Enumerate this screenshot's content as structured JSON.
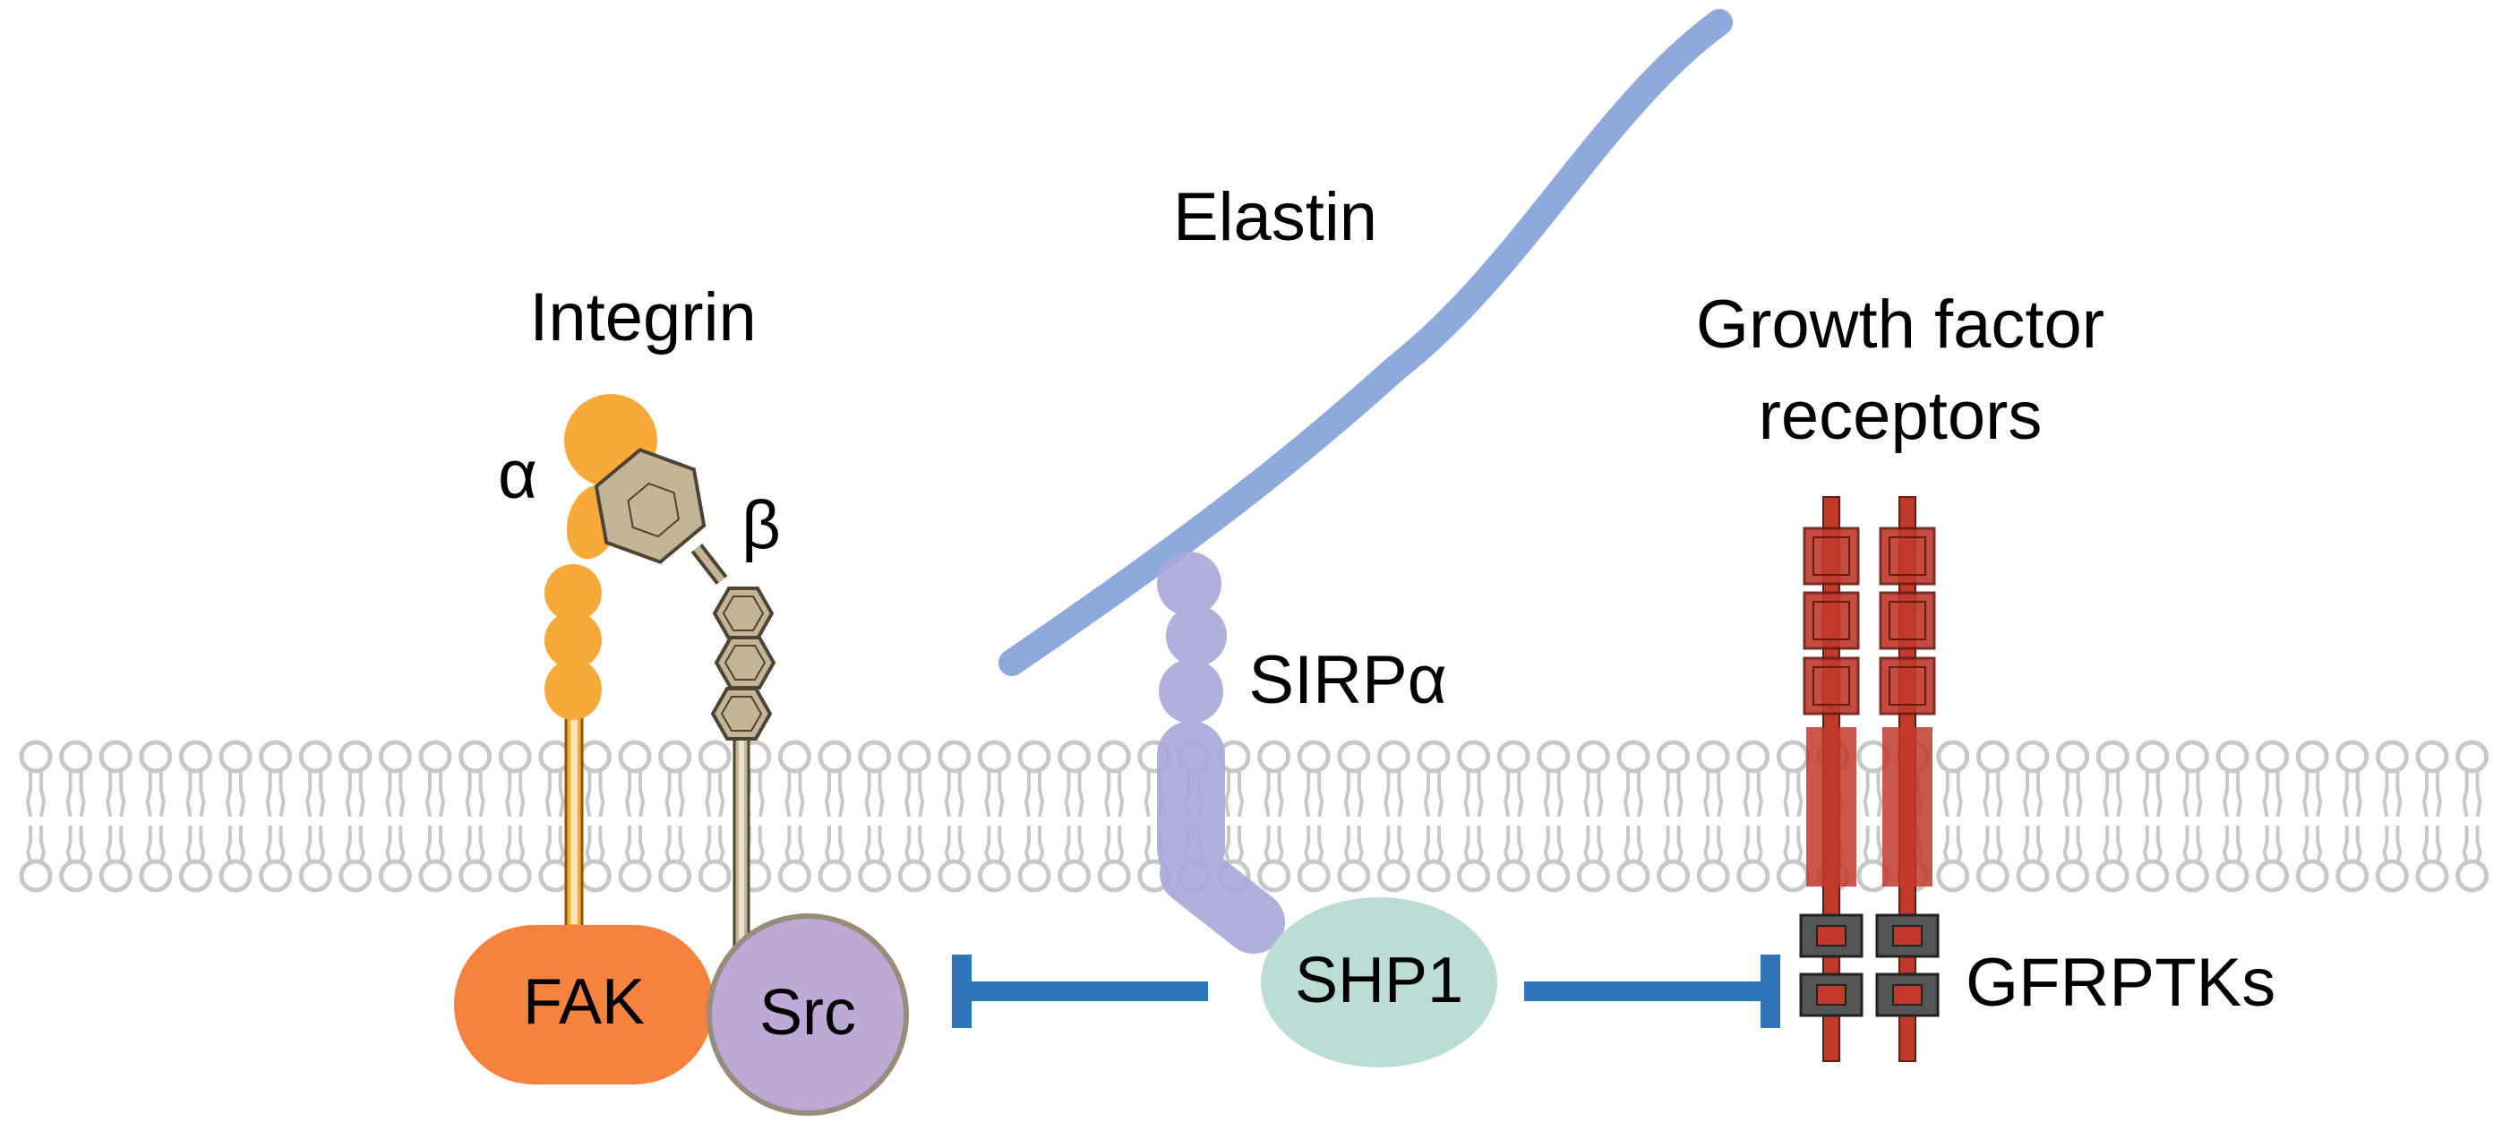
{
  "labels": {
    "integrin": "Integrin",
    "alpha": "α",
    "beta": "β",
    "elastin": "Elastin",
    "sirp": "SIRPα",
    "growth_line1": "Growth factor",
    "growth_line2": "receptors",
    "fak": "FAK",
    "src": "Src",
    "shp1": "SHP1",
    "gfrptks": "GFRPTKs"
  },
  "colors": {
    "membrane": "#c8c8c8",
    "integrin_alpha": "#f7aa3a",
    "integrin_beta": "#c4b596",
    "fak": "#f5833f",
    "src": "#bca9d6",
    "elastin": "#8eaadc",
    "sirp": "#a7a9d9",
    "shp1": "#bcdcd6",
    "inhibition": "#2e75b6",
    "receptor": "#c0392b",
    "kinase": "#555555"
  }
}
